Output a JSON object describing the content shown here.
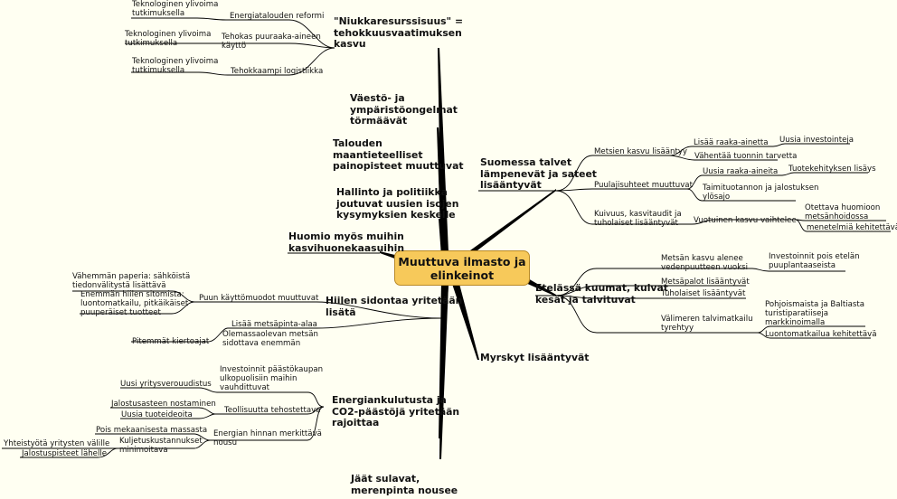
{
  "center": "Muuttuva ilmasto ja\nelinkeinot",
  "branches": {
    "niukkaresurssisuus": {
      "title": "\"Niukkaresurssisuus\" =\ntehokkuusvaatimuksen\nkasvu",
      "energiatalous": "Energiatalouden reformi",
      "teknol1": "Teknologinen ylivoima\ntutkimuksella",
      "puuraaka": "Tehokas puuraaka-aineen\nkäyttö",
      "teknol2": "Teknologinen ylivoima\ntutkimuksella",
      "logistiikka": "Tehokkaampi logistiikka",
      "teknol3": "Teknologinen ylivoima\ntutkimuksella"
    },
    "vaesto": "Väestö- ja\nympäristöongelmat\ntörmäävät",
    "maantiede": "Talouden\nmaantieteelliset\npainopisteet muuttuvat",
    "hallinto": "Hallinto ja politiikka\njoutuvat uusien isojen\nkysymyksien keskelle",
    "huomio": "Huomio myös muihin\nkasvihuonekaasuihin",
    "hiilen": {
      "title": "Hiilen sidontaa yritetään\nlisätä",
      "puun": "Puun käyttömuodot muuttuvat",
      "paperi": "Vähemmän paperia: sähköistä\ntiedonvälitystä lisättävä",
      "hiili": "Enemmän hiilen sitomista:\nluontomatkailu, pitkäikäiset\npuuperäiset tuotteet",
      "pinta_ala": "Lisää metsäpinta-alaa",
      "olemassa": "Olemassaolevan metsän\nsidottava enemmän",
      "kierto": "Pitemmät kiertoajat"
    },
    "energia": {
      "title": "Energiankulutusta ja\nCO2-päästöjä yritetään\nrajoittaa",
      "investoinnit": "Investoinnit päästökaupan\nulkopuolisiin maihin\nvauhdittuvat",
      "vero": "Uusi yritysverouudistus",
      "teollisuus": "Teollisuutta tehostettava",
      "jalostusaste": "Jalostusasteen nostaminen",
      "tuoteideat": "Uusia tuoteideoita",
      "hinta": "Energian hinnan merkittävä\nnousu",
      "mekaani": "Pois mekaanisesta massasta",
      "kuljetus": "Kuljetuskustannukset\nminimoitava",
      "yhteistyo": "Yhteistyötä yritysten välille",
      "jalostuspisteet": "Jalostuspisteet lähelle"
    },
    "jaat": "Jäät sulavat,\nmerenpinta nousee",
    "suomessa": {
      "title": "Suomessa talvet\nlämpenevät ja sateet\nlisääntyvät",
      "kasvu": "Metsien kasvu lisääntyy",
      "raaka": "Lisää raaka-ainetta",
      "invest": "Uusia investointeja",
      "tuonti": "Vähentää tuonnin tarvetta",
      "puulaji": "Puulajisuhteet muuttuvat",
      "uusia_raaka": "Uusia raaka-aineita",
      "tuotekehitys": "Tuotekehityksen lisäys",
      "taimituotanto": "Taimituotannon ja jalostuksen\nylösajo",
      "kuivuus": "Kuivuus, kasvitaudit ja\ntuholaiset lisääntyvät",
      "vuotuinen": "Vuotuinen kasvu vaihtelee",
      "otettava": "Otettava huomioon\nmetsänhoidossa",
      "menetelmia": "menetelmiä kehitettävä"
    },
    "etelassa": {
      "title": "Etelässä kuumat, kuivat\nkesät ja talvituvat",
      "vedenpuute": "Metsän kasvu alenee\nvedenpuutteen vuoksi",
      "pois_etelan": "Investoinnit pois etelän\npuuplantaaseista",
      "metsapalot": "Metsäpalot lisääntyvät",
      "tuholaiset": "Tuholaiset lisääntyvät",
      "valimeren": "Välimeren talvimatkailu\ntyrehtyy",
      "pohjoismaista": "Pohjoismaista ja Baltiasta\nturistiparatiiseja\nmarkkinoimalla",
      "luontomatkailu": "Luontomatkailua kehitettävä"
    },
    "myrskyt": "Myrskyt lisääntyvät"
  }
}
